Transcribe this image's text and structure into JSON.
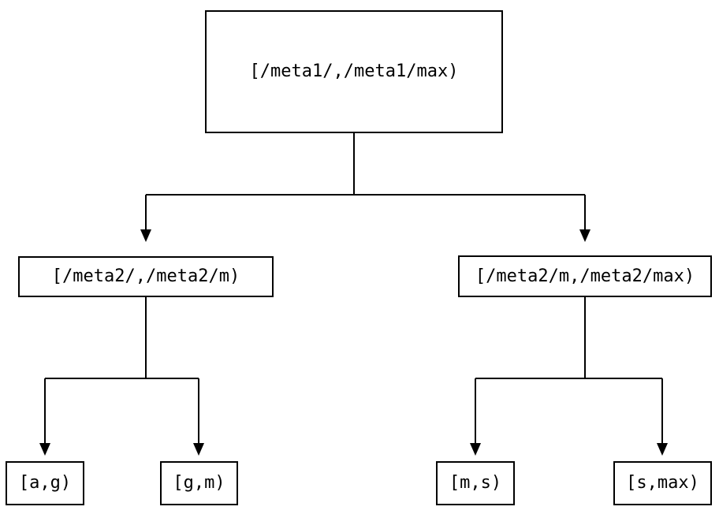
{
  "tree": {
    "root": {
      "label": "[/meta1/,/meta1/max)",
      "children": [
        {
          "label": "[/meta2/,/meta2/m)",
          "children": [
            {
              "label": "[a,g)"
            },
            {
              "label": "[g,m)"
            }
          ]
        },
        {
          "label": "[/meta2/m,/meta2/max)",
          "children": [
            {
              "label": "[m,s)"
            },
            {
              "label": "[s,max)"
            }
          ]
        }
      ]
    }
  },
  "colors": {
    "background": "#ffffff",
    "box_border": "#000000",
    "line": "#000000",
    "text": "#000000"
  }
}
